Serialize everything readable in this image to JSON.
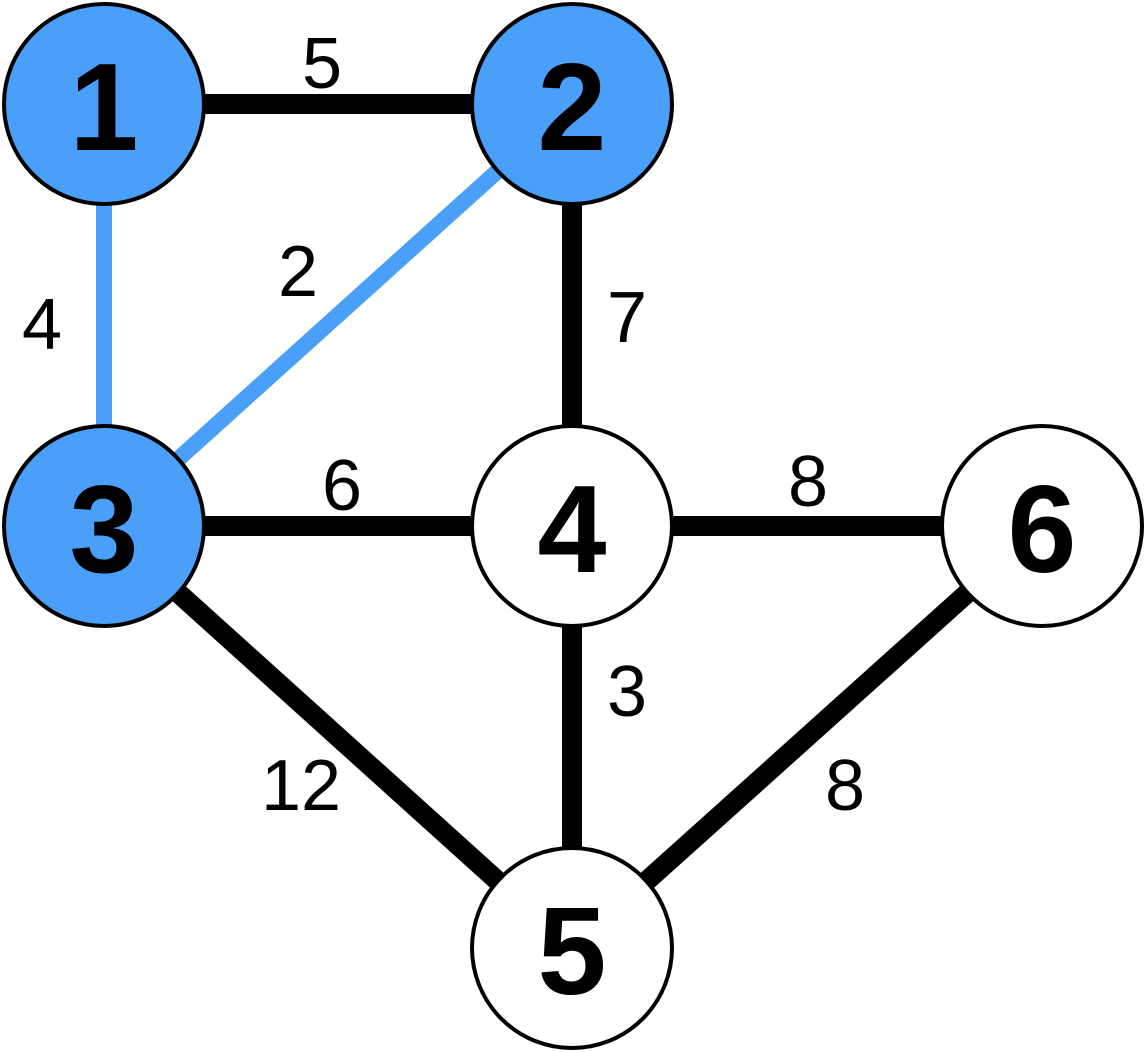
{
  "colors": {
    "visited_fill": "#4A9FF8",
    "unvisited_fill": "#FFFFFF",
    "tree_edge": "#4A9FF8",
    "edge": "#000000",
    "outline": "#000000"
  },
  "graph": {
    "nodes": [
      {
        "id": "1",
        "label": "1",
        "visited": true
      },
      {
        "id": "2",
        "label": "2",
        "visited": true
      },
      {
        "id": "3",
        "label": "3",
        "visited": true
      },
      {
        "id": "4",
        "label": "4",
        "visited": false
      },
      {
        "id": "5",
        "label": "5",
        "visited": false
      },
      {
        "id": "6",
        "label": "6",
        "visited": false
      }
    ],
    "edges": [
      {
        "from": "1",
        "to": "2",
        "weight": "5",
        "highlighted": false
      },
      {
        "from": "1",
        "to": "3",
        "weight": "4",
        "highlighted": true
      },
      {
        "from": "2",
        "to": "3",
        "weight": "2",
        "highlighted": true
      },
      {
        "from": "2",
        "to": "4",
        "weight": "7",
        "highlighted": false
      },
      {
        "from": "3",
        "to": "4",
        "weight": "6",
        "highlighted": false
      },
      {
        "from": "4",
        "to": "6",
        "weight": "8",
        "highlighted": false
      },
      {
        "from": "4",
        "to": "5",
        "weight": "3",
        "highlighted": false
      },
      {
        "from": "3",
        "to": "5",
        "weight": "12",
        "highlighted": false
      },
      {
        "from": "6",
        "to": "5",
        "weight": "8",
        "highlighted": false
      }
    ]
  }
}
